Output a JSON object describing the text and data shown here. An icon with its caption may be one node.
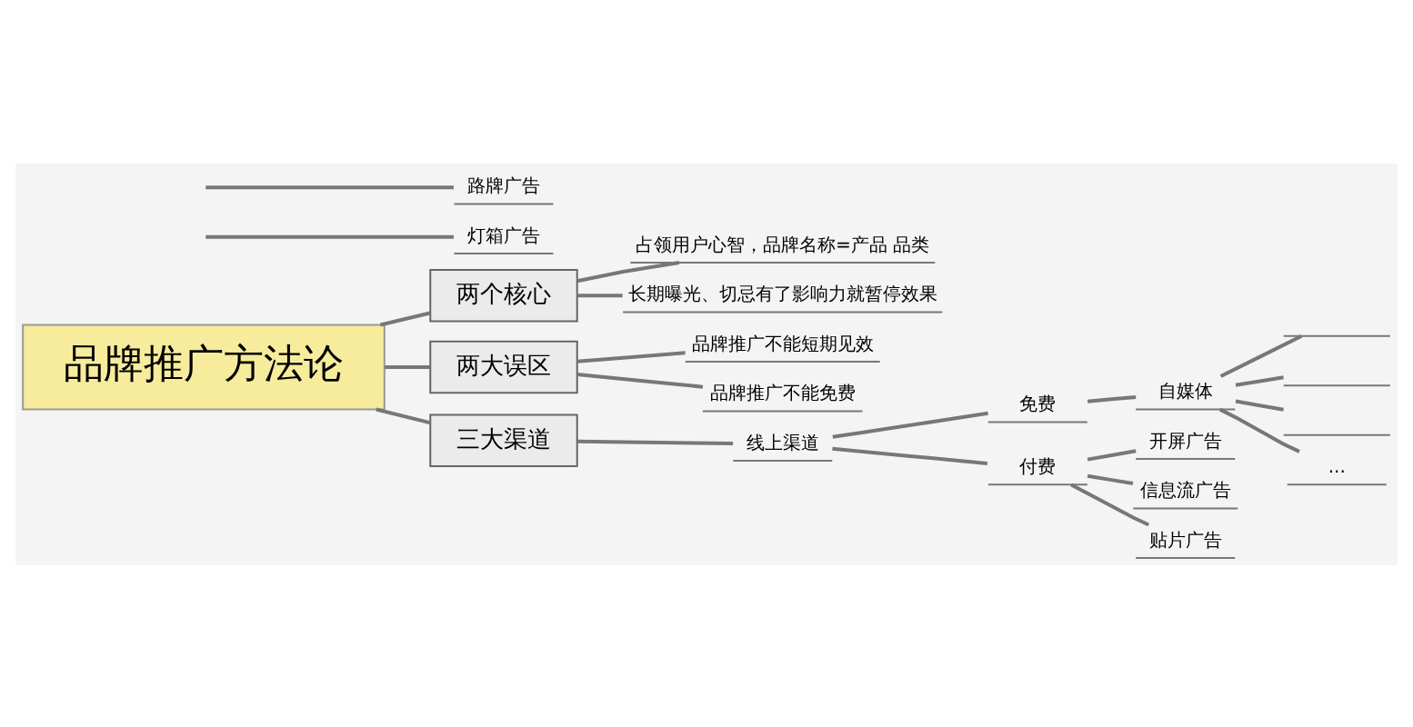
{
  "diagram": {
    "nodes": [
      {
        "text": [
          "品牌推广方法论"
        ]
      },
      {
        "text": [
          "两个核心"
        ]
      },
      {
        "text": [
          "占领用户心智，品牌名称=产品 品类"
        ]
      },
      {
        "text": [
          "长期曝光、切忌有了影响力就暂停效果"
        ]
      },
      {
        "text": [
          "两大误区"
        ]
      },
      {
        "text": [
          "品牌推广不能短期见效"
        ]
      },
      {
        "text": [
          "品牌推广不能免费"
        ]
      },
      {
        "text": [
          "三大渠道"
        ]
      },
      {
        "text": [
          "线上渠道"
        ]
      },
      {
        "text": [
          "免费"
        ]
      },
      {
        "text": [
          "自媒体"
        ]
      },
      {
        "text": [],
        "shape": "line"
      },
      {
        "text": [],
        "shape": "line"
      },
      {
        "text": [],
        "shape": "line"
      },
      {
        "text": [
          "..."
        ]
      },
      {
        "text": [
          "付费"
        ]
      },
      {
        "text": [
          "开屏广告"
        ]
      },
      {
        "text": [
          "信息流广告"
        ]
      },
      {
        "text": [
          "贴片广告"
        ]
      },
      {
        "text": [
          "灯箱广告"
        ]
      },
      {
        "text": [
          "路牌广告"
        ]
      }
    ],
    "edges": [
      {
        "from": 0,
        "to": 1,
        "arrow": "none"
      },
      {
        "from": 0,
        "to": 4,
        "arrow": "none"
      },
      {
        "from": 0,
        "to": 7,
        "arrow": "none"
      },
      {
        "from": 1,
        "to": 2,
        "arrow": "none"
      },
      {
        "from": 1,
        "to": 3,
        "arrow": "none"
      },
      {
        "from": 4,
        "to": 5,
        "arrow": "none"
      },
      {
        "from": 4,
        "to": 6,
        "arrow": "none"
      },
      {
        "from": 7,
        "to": 8,
        "arrow": "none"
      },
      {
        "from": 8,
        "to": 9,
        "arrow": "none"
      },
      {
        "from": 9,
        "to": 10,
        "arrow": "none"
      },
      {
        "from": 10,
        "to": 11,
        "arrow": "none"
      },
      {
        "from": 10,
        "to": 12,
        "arrow": "none"
      },
      {
        "from": 10,
        "to": 13,
        "arrow": "none"
      },
      {
        "from": 10,
        "to": 14,
        "arrow": "none"
      },
      {
        "from": 8,
        "to": 15,
        "arrow": "none"
      },
      {
        "from": 15,
        "to": 16,
        "arrow": "none"
      },
      {
        "from": 15,
        "to": 17,
        "arrow": "none"
      },
      {
        "from": 15,
        "to": 18,
        "arrow": "none"
      },
      {
        "from": null,
        "to": 19,
        "arrow": "none"
      },
      {
        "from": null,
        "to": 20,
        "arrow": "none"
      }
    ]
  }
}
